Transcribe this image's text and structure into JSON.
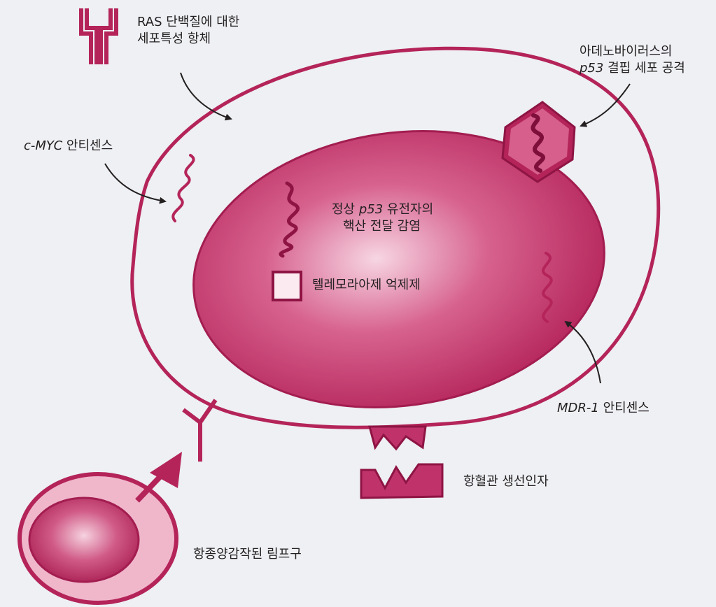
{
  "colors": {
    "background": "#eef0f3",
    "magenta": "#b42459",
    "magenta_dark": "#8e1444",
    "nucleus_light": "#f7d6e3",
    "text": "#231f20"
  },
  "labels": {
    "ras_line1": "RAS 단백질에 대한",
    "ras_line2": "세포특성 항체",
    "adeno_line1": "아데노바이러스의",
    "adeno_p53": "p53",
    "adeno_line2_rest": " 결핍 세포 공격",
    "cmyc_gene": "c-MYC",
    "cmyc_rest": " 안티센스",
    "p53_prefix": "정상 ",
    "p53_gene": "p53",
    "p53_suffix": " 유전자의",
    "p53_line2": "핵산 전달 감염",
    "telomerase": "텔레모라아제 억제제",
    "mdr_gene": "MDR-1",
    "mdr_rest": " 안티센스",
    "angiogenesis": "항혈관 생선인자",
    "lymphocyte": "항종양감작된 림프구"
  },
  "icons": {
    "antibody": "antibody-icon",
    "virus": "adenovirus-hexagon-icon",
    "antisense": "wavy-rna-icon",
    "telomerase": "square-icon",
    "angio": "notched-block-icon",
    "arrow": "curved-arrow-icon"
  }
}
